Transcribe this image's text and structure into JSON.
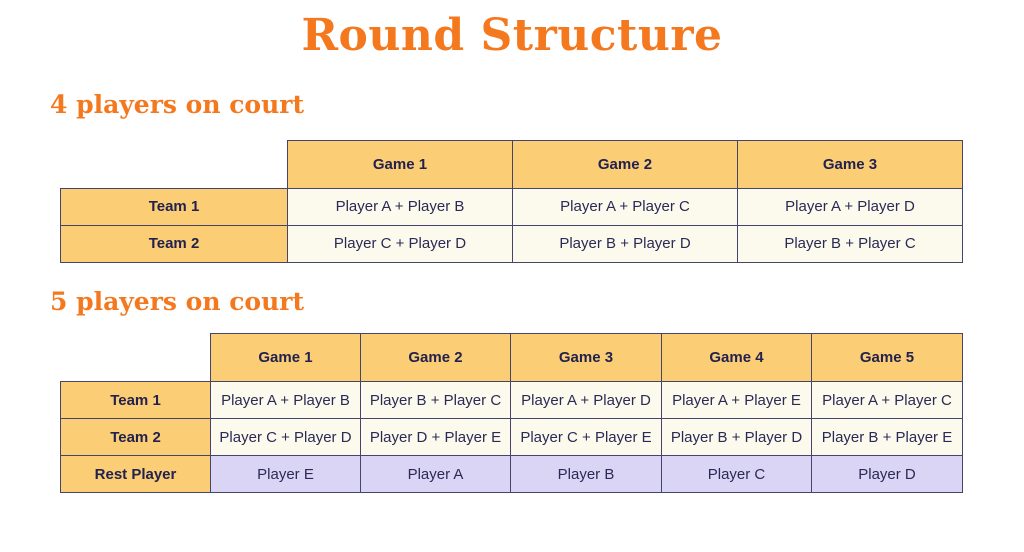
{
  "title": "Round Structure",
  "colors": {
    "accent_orange": "#F4781E",
    "header_cell_fill": "#FBCE75",
    "data_cell_fill": "#FCFAEC",
    "rest_cell_fill": "#DBD5F5",
    "table_border": "#45446B",
    "text_navy": "#262451"
  },
  "sections": [
    {
      "heading": "4 players on court",
      "table": {
        "columns": [
          "Game 1",
          "Game 2",
          "Game 3"
        ],
        "rows": [
          {
            "header": "Team 1",
            "cells": [
              "Player A + Player B",
              "Player A + Player C",
              "Player A + Player D"
            ]
          },
          {
            "header": "Team 2",
            "cells": [
              "Player C + Player D",
              "Player B + Player D",
              "Player B + Player C"
            ]
          }
        ]
      }
    },
    {
      "heading": "5 players on court",
      "table": {
        "columns": [
          "Game 1",
          "Game 2",
          "Game 3",
          "Game 4",
          "Game 5"
        ],
        "rows": [
          {
            "header": "Team 1",
            "cells": [
              "Player A + Player B",
              "Player B + Player C",
              "Player A + Player D",
              "Player A + Player E",
              "Player A + Player C"
            ]
          },
          {
            "header": "Team 2",
            "cells": [
              "Player C + Player D",
              "Player D + Player E",
              "Player C + Player E",
              "Player B + Player D",
              "Player B + Player E"
            ]
          },
          {
            "header": "Rest Player",
            "cells": [
              "Player E",
              "Player A",
              "Player B",
              "Player C",
              "Player D"
            ]
          }
        ]
      }
    }
  ]
}
